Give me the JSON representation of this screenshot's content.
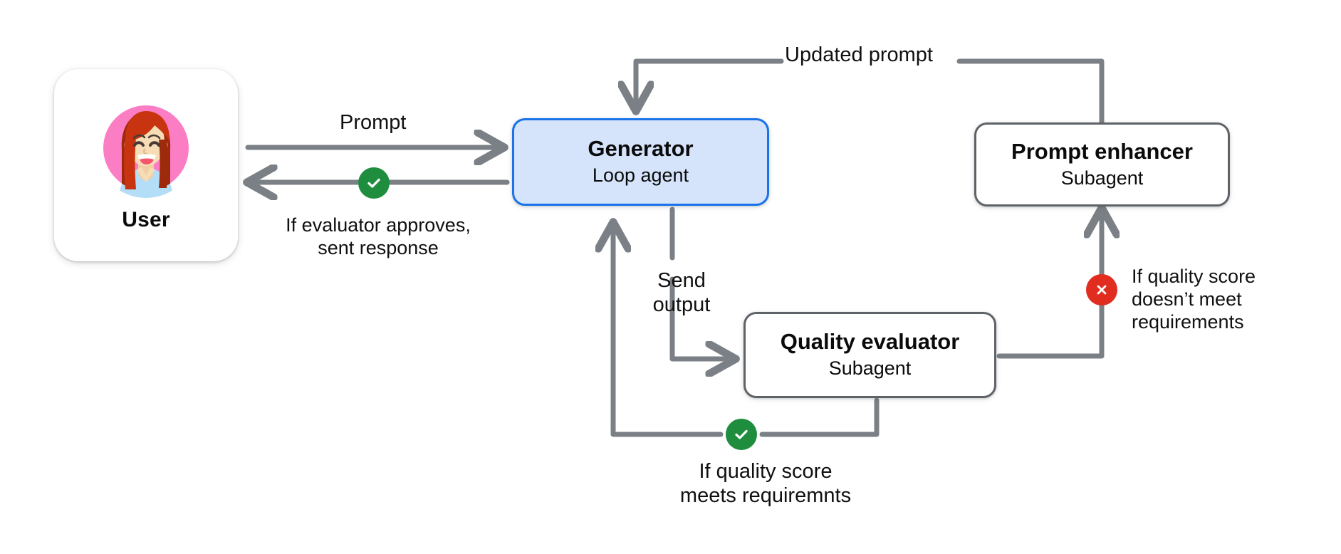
{
  "diagram": {
    "title": "Generator loop agent with quality evaluator and prompt enhancer subagents",
    "background": "#ffffff",
    "colors": {
      "wire": "#7a8085",
      "node_border": "#5f6368",
      "generator_border": "#1a73e8",
      "generator_fill": "#d6e4fb",
      "approve_badge": "#1e8e3e",
      "fail_badge": "#e02d20",
      "text": "#101010"
    }
  },
  "user_card": {
    "label": "User",
    "avatar_icon": "user-avatar-woman-icon",
    "avatar_colors": {
      "background_circle": "#fb7ec4",
      "hair": "#c7340f",
      "hair_shadow": "#9e2a0c",
      "skin": "#f7ddb6",
      "shirt": "#b4ddf7",
      "mouth": "#f4566b",
      "eyes": "#4a3a36"
    }
  },
  "nodes": [
    {
      "id": "generator",
      "title": "Generator",
      "subtitle": "Loop agent",
      "style": "highlighted"
    },
    {
      "id": "prompt-enhancer",
      "title": "Prompt enhancer",
      "subtitle": "Subagent",
      "style": "default"
    },
    {
      "id": "quality-evaluator",
      "title": "Quality evaluator",
      "subtitle": "Subagent",
      "style": "default"
    }
  ],
  "edges": [
    {
      "id": "user-to-generator",
      "label": "Prompt",
      "from": "user",
      "to": "generator",
      "badge": null
    },
    {
      "id": "generator-to-user",
      "label": "If evaluator approves,\nsent response",
      "from": "generator",
      "to": "user",
      "badge": "check"
    },
    {
      "id": "enhancer-to-generator",
      "label": "Updated prompt",
      "from": "prompt-enhancer",
      "to": "generator",
      "badge": null
    },
    {
      "id": "generator-to-evaluator",
      "label": "Send\noutput",
      "from": "generator",
      "to": "quality-evaluator",
      "badge": null
    },
    {
      "id": "evaluator-to-enhancer",
      "label": "If quality score\ndoesn’t meet\nrequirements",
      "from": "quality-evaluator",
      "to": "prompt-enhancer",
      "badge": "cross"
    },
    {
      "id": "evaluator-to-generator",
      "label": "If quality score\nmeets requiremnts",
      "from": "quality-evaluator",
      "to": "generator",
      "badge": "check"
    }
  ],
  "badges": {
    "check_icon": "check-circle-icon",
    "cross_icon": "close-circle-icon"
  }
}
